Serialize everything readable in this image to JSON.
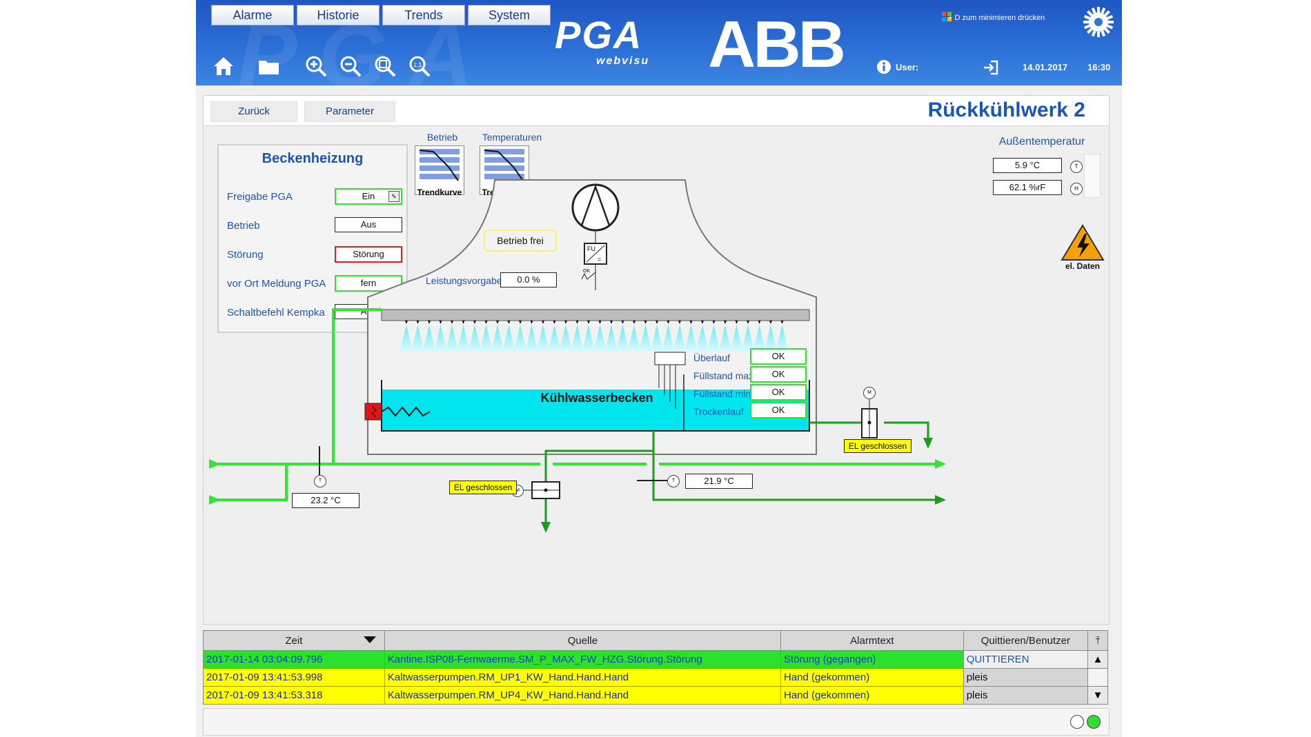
{
  "header": {
    "menu": [
      "Alarme",
      "Historie",
      "Trends",
      "System"
    ],
    "logo_text": "PGA",
    "logo_sub": "webvisu",
    "brand": "ABB",
    "hint": "+ D zum minimieren drücken",
    "user_label": "User:",
    "date": "14.01.2017",
    "time": "16:30"
  },
  "nav": {
    "back_label": "Zurück",
    "params_label": "Parameter",
    "page_title": "Rückkühlwerk 2"
  },
  "beckenheizung": {
    "title": "Beckenheizung",
    "rows": [
      {
        "label": "Freigabe PGA",
        "value": "Ein"
      },
      {
        "label": "Betrieb",
        "value": "Aus"
      },
      {
        "label": "Störung",
        "value": "Störung"
      },
      {
        "label": "vor Ort Meldung PGA",
        "value": "fern"
      },
      {
        "label": "Schaltbefehl Kempka",
        "value": "Aus"
      }
    ]
  },
  "trends": {
    "betrieb_label": "Betrieb",
    "temperaturen_label": "Temperaturen",
    "caption": "Trendkurve"
  },
  "outdoor": {
    "title": "Außentemperatur",
    "temperature": "5.9 °C",
    "humidity": "62.1 %rF",
    "t_symbol": "T",
    "h_symbol": "H"
  },
  "el_daten": "el. Daten",
  "process": {
    "betrieb_frei": "Betrieb frei",
    "leistungsvorgabe_label": "Leistungsvorgabe",
    "leistungsvorgabe": "0.0 %",
    "fu_label": "FU",
    "ok_label": "OK",
    "basin_label": "Kühlwasserbecken",
    "levels": [
      {
        "label": "Überlauf",
        "value": "OK"
      },
      {
        "label": "Füllstand max.",
        "value": "OK"
      },
      {
        "label": "Füllstand min.",
        "value": "OK"
      },
      {
        "label": "Trockenlauf",
        "value": "OK"
      }
    ],
    "valve_right": "EL geschlossen",
    "valve_bottom": "EL geschlossen",
    "temp_left": "23.2 °C",
    "temp_right": "21.9 °C",
    "t_symbol": "T",
    "m_symbol": "M"
  },
  "alarms": {
    "columns": [
      "Zeit",
      "Quelle",
      "Alarmtext",
      "Quittieren/Benutzer"
    ],
    "rows": [
      {
        "zeit": "2017-01-14 03:04:09.796",
        "quelle": "Kantine.ISP08-Fernwaerme.SM_P_MAX_FW_HZG.Störung.Störung",
        "text": "Störung (gegangen)",
        "user": "QUITTIEREN"
      },
      {
        "zeit": "2017-01-09 13:41:53.998",
        "quelle": "Kaltwasserpumpen.RM_UP1_KW_Hand.Hand.Hand",
        "text": "Hand (gekommen)",
        "user": "pleis"
      },
      {
        "zeit": "2017-01-09 13:41:53.318",
        "quelle": "Kaltwasserpumpen.RM_UP4_KW_Hand.Hand.Hand",
        "text": "Hand (gekommen)",
        "user": "pleis"
      }
    ]
  },
  "colors": {
    "header": "#2b6fd6",
    "pipe_green": "#33e633",
    "pipe_dark": "#1a9e1a",
    "water": "#00e5ee",
    "title_blue": "#1b55b5"
  }
}
